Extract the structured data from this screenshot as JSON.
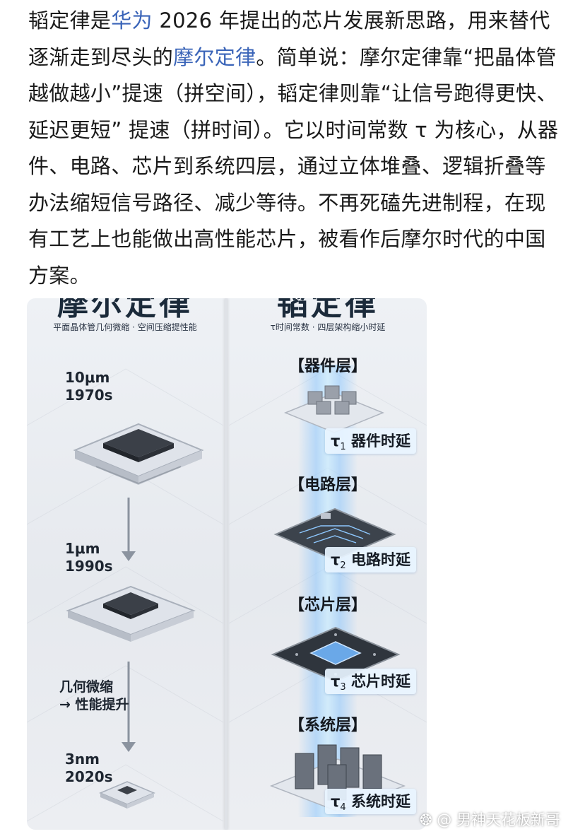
{
  "article": {
    "seg1": "韬定律是",
    "link1": "华为",
    "seg2": " 2026 年提出的芯片发展新思路，用来替代逐渐走到尽头的",
    "link2": "摩尔定律",
    "seg3": "。简单说：摩尔定律靠“把晶体管越做越小”提速（拼空间），韬定律则靠“让信号跑得更快、延迟更短” 提速（拼时间）。它以时间常数 τ 为核心，从器件、电路、芯片到系统四层，通过立体堆叠、逻辑折叠等办法缩短信号路径、减少等待。不再死磕先进制程，在现有工艺上也能做出高性能芯片，被看作后摩尔时代的中国方案。"
  },
  "figure": {
    "left": {
      "title": "摩尔定律",
      "subtitle": "平面晶体管几何微缩 · 空间压缩提性能",
      "stages": [
        {
          "size": "10μm",
          "year": "1970s"
        },
        {
          "size": "1μm",
          "year": "1990s"
        },
        {
          "size": "几何微缩",
          "year": "→ 性能提升"
        },
        {
          "size": "3nm",
          "year": "2020s"
        }
      ]
    },
    "right": {
      "title": "韬定律",
      "subtitle": "τ时间常数 · 四层架构缩小时延",
      "layers": [
        {
          "title": "【器件层】",
          "tau": "τ",
          "sub": "1",
          "tag": "器件时延"
        },
        {
          "title": "【电路层】",
          "tau": "τ",
          "sub": "2",
          "tag": "电路时延"
        },
        {
          "title": "【芯片层】",
          "tau": "τ",
          "sub": "3",
          "tag": "芯片时延"
        },
        {
          "title": "【系统层】",
          "tau": "τ",
          "sub": "4",
          "tag": "系统时延"
        }
      ]
    }
  },
  "watermark": "❂ @ 男神天花板新哥",
  "colors": {
    "link": "#3a64b8",
    "beam": "#78beff",
    "text": "#1a1a1a"
  }
}
